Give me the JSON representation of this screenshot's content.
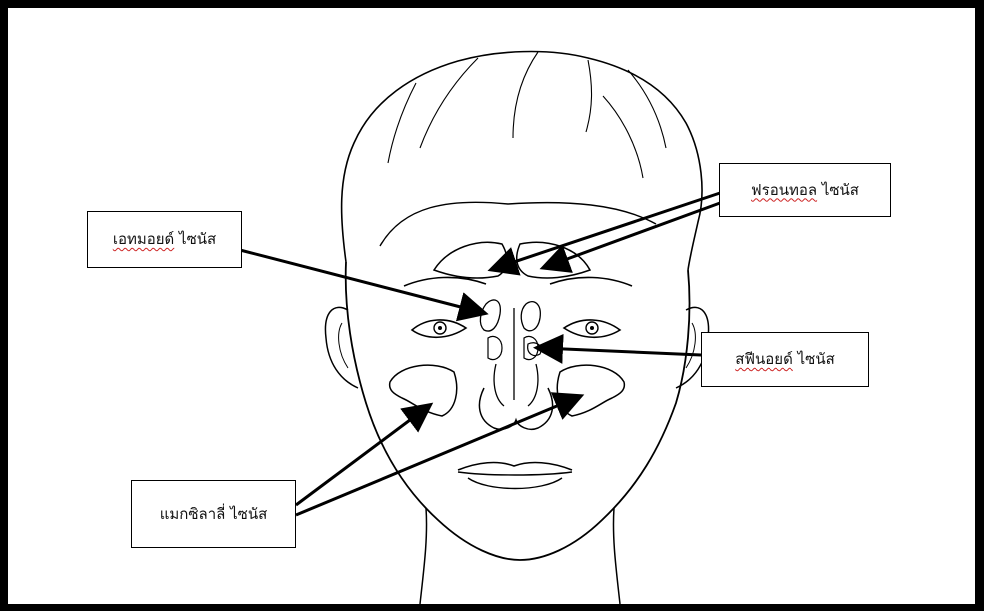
{
  "diagram": {
    "labels": {
      "frontal": {
        "main": "ฟรอนทอล",
        "suffix": " ไซนัส"
      },
      "ethmoid": {
        "main": "เอทมอยด์",
        "suffix": " ไซนัส"
      },
      "sphenoid": {
        "main": "สฟีนอยด์",
        "suffix": " ไซนัส"
      },
      "maxillary": {
        "main": "แมกซิลาลี่ ไซนัส",
        "suffix": ""
      }
    },
    "colors": {
      "outline": "#000000",
      "background": "#ffffff",
      "spellcheck_underline": "#cc2222"
    }
  }
}
